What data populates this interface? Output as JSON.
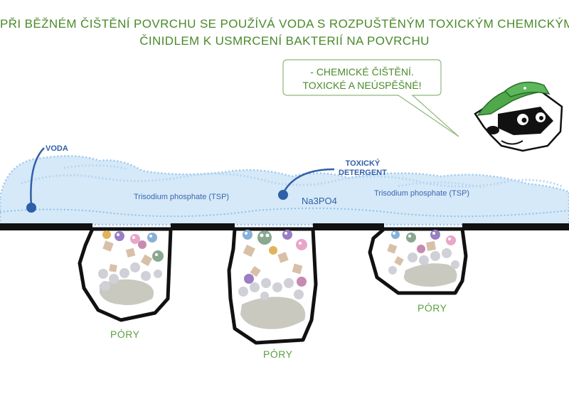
{
  "title": {
    "line1": "PŘI BĚŽNÉM ČIŠTĚNÍ POVRCHU SE POUŽÍVÁ VODA S ROZPUŠTĚNÝM TOXICKÝM CHEMICKÝM",
    "line2": "ČINIDLEM K USMRCENÍ BAKTERIÍ NA POVRCHU"
  },
  "speech_bubble": {
    "line1": "-    CHEMICKÉ ČIŠTĚNÍ.",
    "line2": "TOXICKÉ A NEÚSPĚŠNÉ!"
  },
  "labels": {
    "water": "VODA",
    "detergent_line1": "TOXICKÝ",
    "detergent_line2": "DETERGENT",
    "tsp_left": "Trisodium phosphate (TSP)",
    "tsp_right": "Trisodium phosphate (TSP)",
    "formula": "Na3PO4",
    "pores": [
      "PÓRY",
      "PÓRY",
      "PÓRY"
    ]
  },
  "colors": {
    "title_green": "#4a8a2a",
    "water_blue": "#3a8fd8",
    "wave_light": "#d6e9f8",
    "label_blue": "#2f5fa8",
    "surface_black": "#111111"
  },
  "icons": {
    "mascot": "raccoon-mascot-icon",
    "bacteria": "bacteria-icon",
    "dirt": "dirt-particle-icon"
  }
}
